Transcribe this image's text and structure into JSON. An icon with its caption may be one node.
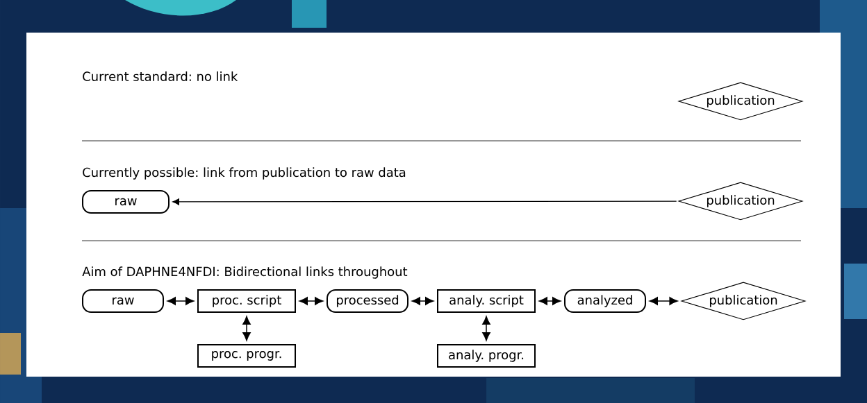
{
  "diagram": {
    "nodes": [
      {
        "text": [
          "publication"
        ]
      },
      {
        "text": [
          "raw"
        ]
      },
      {
        "text": [
          "publication"
        ]
      },
      {
        "text": [
          "raw"
        ]
      },
      {
        "text": [
          "proc. script"
        ]
      },
      {
        "text": [
          "processed"
        ]
      },
      {
        "text": [
          "analy. script"
        ]
      },
      {
        "text": [
          "analyzed"
        ]
      },
      {
        "text": [
          "publication"
        ]
      },
      {
        "text": [
          "proc. progr."
        ]
      },
      {
        "text": [
          "analy. progr."
        ]
      }
    ],
    "edges": [
      {
        "from": 2,
        "to": 1,
        "arrow": "to"
      },
      {
        "from": 3,
        "to": 4,
        "arrow": "both"
      },
      {
        "from": 4,
        "to": 5,
        "arrow": "both"
      },
      {
        "from": 5,
        "to": 6,
        "arrow": "both"
      },
      {
        "from": 6,
        "to": 7,
        "arrow": "both"
      },
      {
        "from": 7,
        "to": 8,
        "arrow": "both"
      },
      {
        "from": 4,
        "to": 9,
        "arrow": "both"
      },
      {
        "from": 6,
        "to": 10,
        "arrow": "both"
      }
    ],
    "labels": [
      "Current standard: no link",
      "Currently possible: link from publication to raw data",
      "Aim of DAPHNE4NFDI: Bidirectional links throughout"
    ]
  }
}
